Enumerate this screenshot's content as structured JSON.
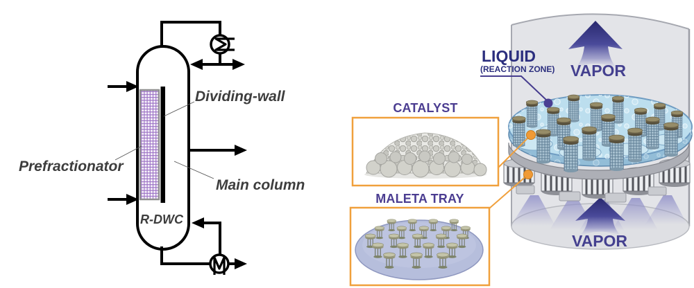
{
  "left_schematic": {
    "labels": {
      "dividing_wall": "Dividing-wall",
      "prefractionator": "Prefractionator",
      "main_column": "Main column",
      "column_tag": "R-DWC"
    },
    "icons": {
      "condenser": "condenser-heat-exchanger-icon",
      "reboiler": "reboiler-heat-exchanger-icon"
    },
    "colors": {
      "line": "#000000",
      "label_text": "#3d3d3d",
      "packing_purple": "#9a6fc4"
    }
  },
  "right_illustration": {
    "labels": {
      "liquid_title": "LIQUID",
      "liquid_subtitle": "(REACTION ZONE)",
      "vapor_top": "VAPOR",
      "vapor_bottom": "VAPOR",
      "catalyst": "CATALYST",
      "maleta_tray": "MALETA TRAY"
    },
    "colors": {
      "vapor_text": "#44408f",
      "liquid_label_text": "#2b2e7e",
      "box_label_text": "#4b3d91",
      "frame_orange": "#f09a36",
      "leader_purple": "#463c8e",
      "liquid_blue": "#bcdeee",
      "shell_gray": "#e3e4e8"
    }
  }
}
